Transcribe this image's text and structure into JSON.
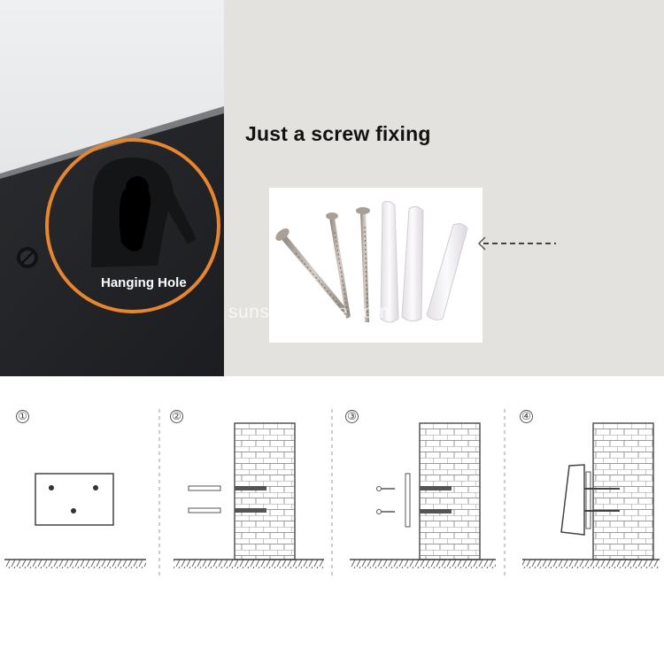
{
  "photo": {
    "title": "Just a screw fixing",
    "hanging_hole_label": "Hanging Hole",
    "watermark": "sunsky-online.com",
    "colors": {
      "panel_background": "#e4e2de",
      "device_body": "#232427",
      "highlight_ring": "#e8862f",
      "screws": "#b9b1a9",
      "anchors": "#f3f1f3"
    }
  },
  "steps": [
    {
      "number": "①"
    },
    {
      "number": "②"
    },
    {
      "number": "③"
    },
    {
      "number": "④"
    }
  ]
}
